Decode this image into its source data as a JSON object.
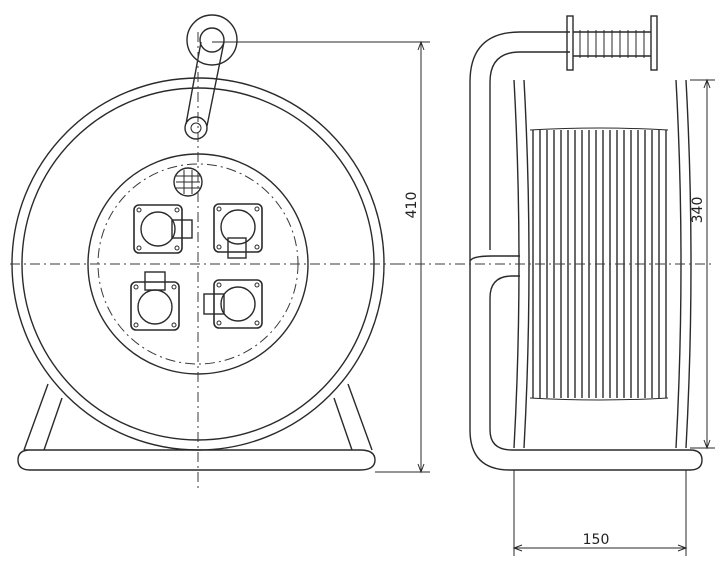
{
  "drawing": {
    "dimensions": {
      "overall_height": "410",
      "drum_diameter": "340",
      "width": "150"
    }
  },
  "colors": {
    "line": "#2a2a2a",
    "background": "#ffffff"
  }
}
